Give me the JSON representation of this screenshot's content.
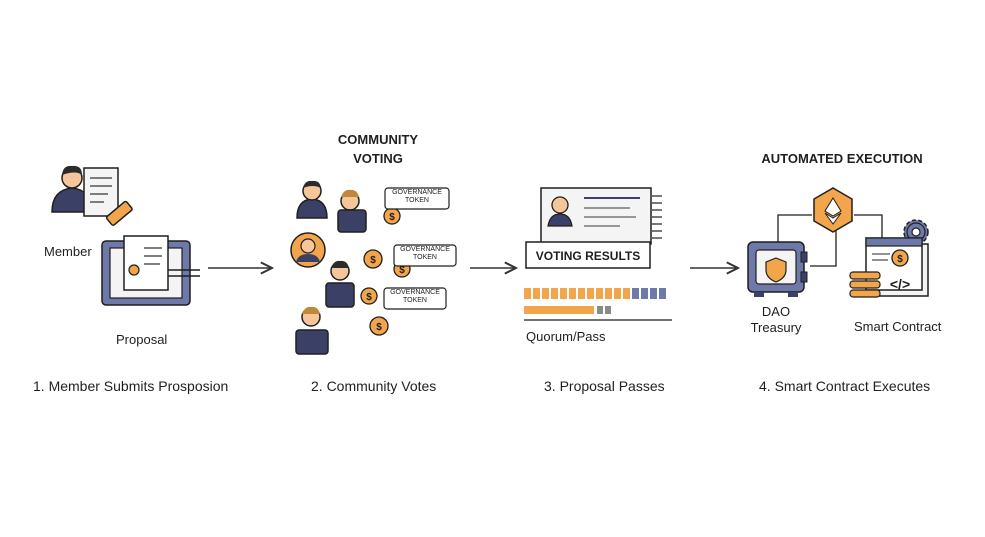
{
  "colors": {
    "accent_orange": "#f2a54a",
    "slate_blue": "#6d79a8",
    "navy": "#3b4166",
    "skin": "#f6c69a",
    "paper": "#f4f4f4",
    "ink": "#1f1f1f"
  },
  "step1": {
    "member_label": "Member",
    "proposal_label": "Proposal",
    "caption": "1. Member Submits Prosposion",
    "icons": [
      "person-icon",
      "document-icon",
      "pen-icon",
      "screen-icon"
    ]
  },
  "step2": {
    "header_line1": "COMMUNITY",
    "header_line2": "VOTING",
    "token_line1": "GOVERNANCE",
    "token_line2": "TOKEN",
    "caption": "2. Community Votes",
    "icons": [
      "person-icon",
      "wallet-icon",
      "coin-icon"
    ]
  },
  "step3": {
    "results_label": "VOTING RESULTS",
    "quorum_label": "Quorum/Pass",
    "caption": "3. Proposal Passes",
    "icons": [
      "profile-card-icon",
      "progress-bar-icon"
    ]
  },
  "step4": {
    "header": "AUTOMATED EXECUTION",
    "treasury_line1": "DAO",
    "treasury_line2": "Treasury",
    "contract_label": "Smart Contract",
    "caption": "4. Smart Contract Executes",
    "icons": [
      "vault-icon",
      "ethereum-icon",
      "gear-icon",
      "code-icon"
    ]
  },
  "arrows": [
    "arrow-step1-to-step2",
    "arrow-step2-to-step3",
    "arrow-step3-to-step4"
  ]
}
